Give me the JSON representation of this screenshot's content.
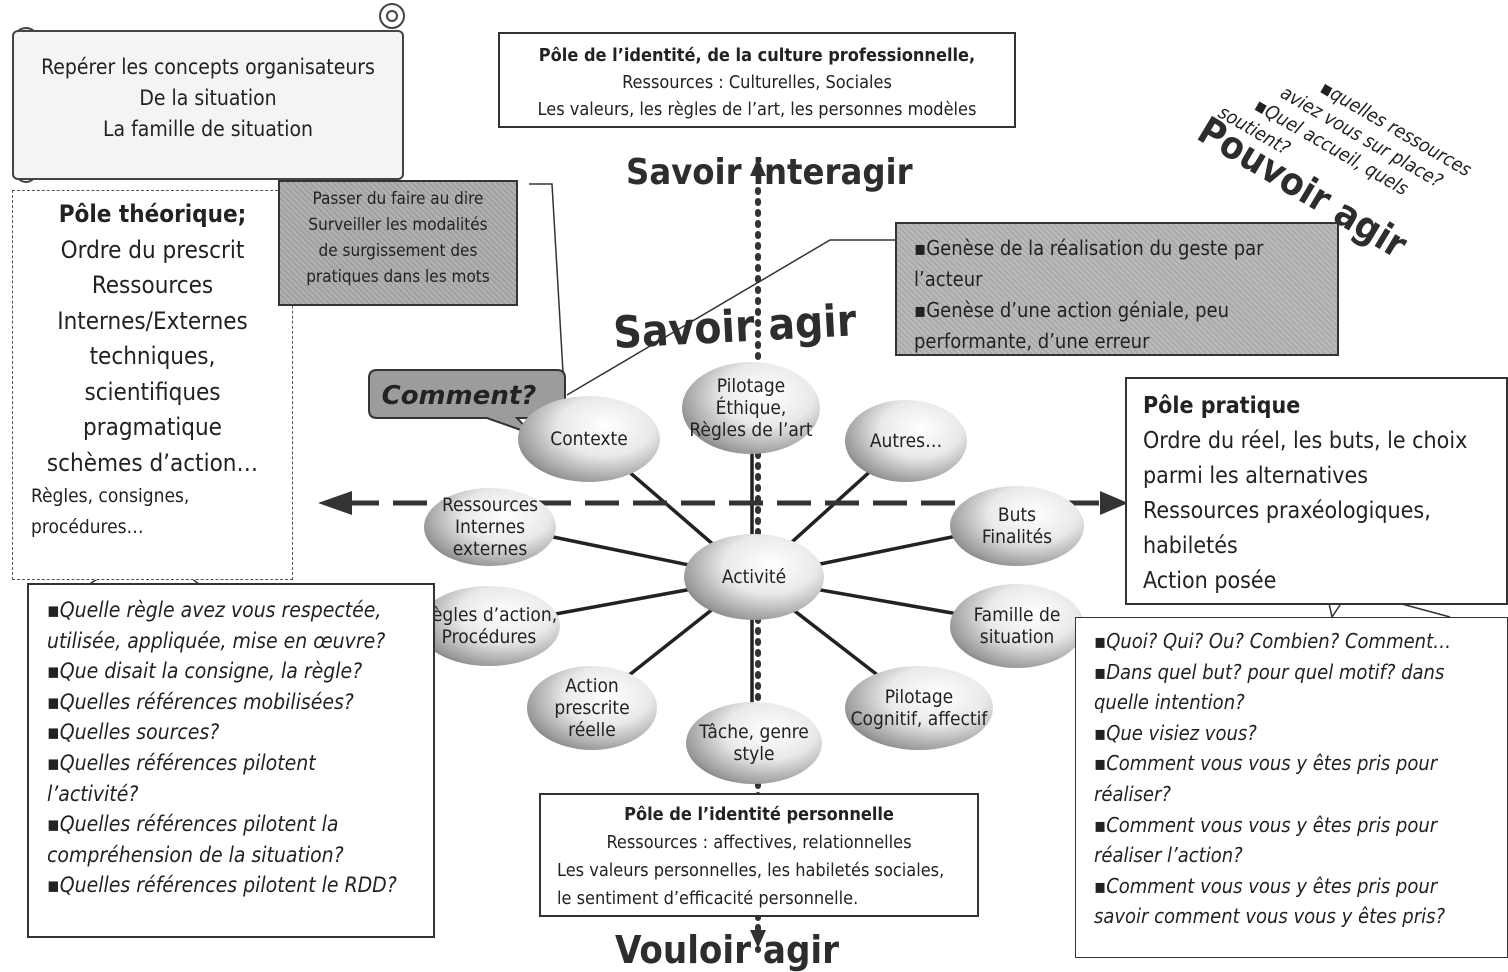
{
  "scroll": {
    "lines": [
      "Repérer les concepts organisateurs",
      "De la situation",
      "La famille de situation"
    ]
  },
  "identite_pro": {
    "title": "Pôle de l’identité,  de la culture professionnelle,",
    "line2": "Ressources : Culturelles, Sociales",
    "line3": "Les valeurs, les règles de l’art, les personnes modèles"
  },
  "axes": {
    "top": "Savoir interagir",
    "middle": "Savoir agir",
    "bottom": "Vouloir agir",
    "right": "Pouvoir agir"
  },
  "pouvoir_questions": [
    "▪quelles ressources",
    "aviez vous sur place?",
    "▪Quel accueil, quels",
    "soutient?"
  ],
  "theorique": {
    "title": "Pôle théorique;",
    "big_lines": [
      "Ordre du prescrit",
      "Ressources",
      "Internes/Externes",
      "techniques,",
      "scientifiques",
      "pragmatique",
      "schèmes d’action…"
    ],
    "small_lines": [
      "Règles, consignes,",
      "procédures…"
    ]
  },
  "passer": {
    "lines": [
      "Passer du faire au dire",
      "Surveiller les modalités",
      "de surgissement des",
      "pratiques dans les mots"
    ]
  },
  "genese": {
    "lines": [
      "▪Genèse de la réalisation du geste par",
      "l’acteur",
      "▪Genèse d’une action géniale, peu",
      "performante, d’une erreur"
    ]
  },
  "comment_bubble": "Comment?",
  "pratique": {
    "title": "Pôle pratique",
    "lines": [
      "Ordre du réel, les buts, le choix",
      "parmi les alternatives",
      "Ressources praxéologiques,",
      "habiletés",
      "Action posée"
    ]
  },
  "questions_left": [
    "▪Quelle règle avez vous respectée,",
    "utilisée, appliquée, mise en œuvre?",
    "▪Que disait la consigne, la règle?",
    "▪Quelles références mobilisées?",
    "▪Quelles sources?",
    "▪Quelles références pilotent",
    "l’activité?",
    "▪Quelles références pilotent la",
    "compréhension de la situation?",
    "▪Quelles références pilotent le RDD?"
  ],
  "questions_right": [
    "▪Quoi? Qui? Ou? Combien? Comment…",
    "▪Dans quel but? pour quel motif? dans",
    "quelle intention?",
    "▪Que visiez vous?",
    "▪Comment vous vous y êtes pris pour",
    "réaliser?",
    "▪Comment vous vous y êtes pris pour",
    "réaliser l’action?",
    "▪Comment vous vous y êtes pris pour",
    "savoir comment vous vous y êtes pris?"
  ],
  "identite_perso": {
    "title": "Pôle de l’identité personnelle",
    "line2": "Ressources : affectives, relationnelles",
    "line3": "Les valeurs personnelles, les habiletés sociales,",
    "line4": "le sentiment d’efficacité personnelle."
  },
  "ellipses": {
    "center": "Activité",
    "contexte": "Contexte",
    "pilotage_ethique": "Pilotage\nÉthique,\nRègles de l’art",
    "autres": "Autres…",
    "ressources": "Ressources\nInternes\nexternes",
    "buts": "Buts\nFinalités",
    "regles": "Règles d’action,\nProcédures",
    "famille": "Famille de\nsituation",
    "action": "Action\nprescrite\nréelle",
    "tache": "Tâche, genre\nstyle",
    "pilotage_cognitif": "Pilotage\nCognitif, affectif"
  }
}
